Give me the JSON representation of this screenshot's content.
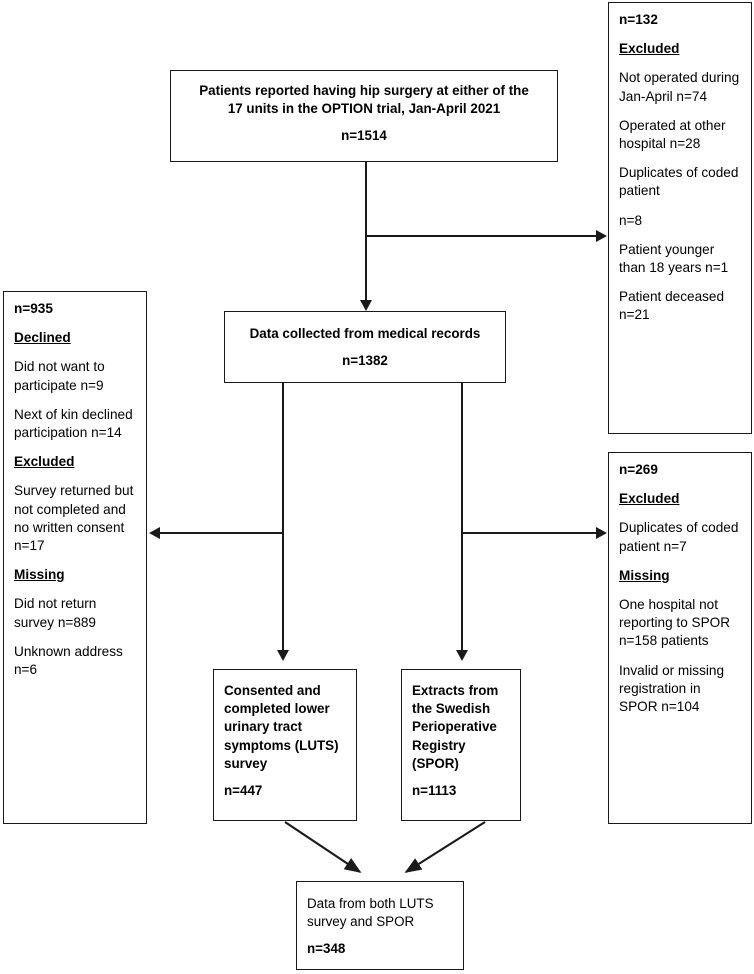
{
  "chart_data": {
    "type": "diagram",
    "title": "Patient flow diagram (CONSORT-style)",
    "nodes": [
      {
        "id": "top",
        "n": 1514,
        "label": "Patients reported having hip surgery at either of the 17 units in the OPTION trial, Jan-April 2021"
      },
      {
        "id": "records",
        "n": 1382,
        "label": "Data collected from medical records"
      },
      {
        "id": "luts",
        "n": 447,
        "label": "Consented and completed lower urinary tract symptoms (LUTS) survey"
      },
      {
        "id": "spor",
        "n": 1113,
        "label": "Extracts from the Swedish Perioperative Registry (SPOR)"
      },
      {
        "id": "both",
        "n": 348,
        "label": "Data from both LUTS survey and SPOR"
      },
      {
        "id": "excluded_1",
        "n": 132,
        "label": "Excluded"
      },
      {
        "id": "excluded_2",
        "n": 269,
        "label": "Excluded / Missing"
      },
      {
        "id": "left_935",
        "n": 935,
        "label": "Declined / Excluded / Missing"
      }
    ],
    "edges": [
      {
        "from": "top",
        "to": "records"
      },
      {
        "from": "top",
        "to": "excluded_1"
      },
      {
        "from": "records",
        "to": "luts"
      },
      {
        "from": "records",
        "to": "spor"
      },
      {
        "from": "records",
        "to": "left_935"
      },
      {
        "from": "records",
        "to": "excluded_2"
      },
      {
        "from": "luts",
        "to": "both"
      },
      {
        "from": "spor",
        "to": "both"
      }
    ]
  },
  "boxes": {
    "top": {
      "line1": "Patients reported having hip surgery at either of the",
      "line2": "17 units in the OPTION trial, Jan-April 2021",
      "n": "n=1514"
    },
    "records": {
      "line1": "Data collected from medical records",
      "n": "n=1382"
    },
    "luts": {
      "line1": "Consented and",
      "line2": "completed lower",
      "line3": "urinary tract",
      "line4": "symptoms (LUTS)",
      "line5": "survey",
      "n": "n=447"
    },
    "spor": {
      "line1": "Extracts from",
      "line2": "the Swedish",
      "line3": "Perioperative",
      "line4": "Registry (SPOR)",
      "n": "n=1113"
    },
    "both": {
      "line1": "Data from both LUTS",
      "line2": "survey and SPOR",
      "n": "n=348"
    },
    "excluded_top": {
      "n": "n=132",
      "heading": "Excluded",
      "items": [
        "Not operated during Jan-April n=74",
        "Operated at other hospital n=28",
        "Duplicates of coded patient",
        "n=8",
        "Patient younger than 18 years n=1",
        "Patient deceased n=21"
      ]
    },
    "excluded_bottom": {
      "n": "n=269",
      "heading_excluded": "Excluded",
      "item_excluded": "Duplicates of coded patient n=7",
      "heading_missing": "Missing",
      "items_missing": [
        "One hospital not reporting to SPOR n=158 patients",
        "Invalid or missing registration in SPOR n=104"
      ]
    },
    "left_declined": {
      "n": "n=935",
      "heading_declined": "Declined",
      "items_declined": [
        "Did not want to participate n=9",
        "Next of kin declined participation n=14"
      ],
      "heading_excluded": "Excluded",
      "items_excluded": [
        "Survey returned but not completed and no written consent n=17"
      ],
      "heading_missing": "Missing",
      "items_missing": [
        "Did not return survey n=889",
        "Unknown address n=6"
      ]
    }
  }
}
